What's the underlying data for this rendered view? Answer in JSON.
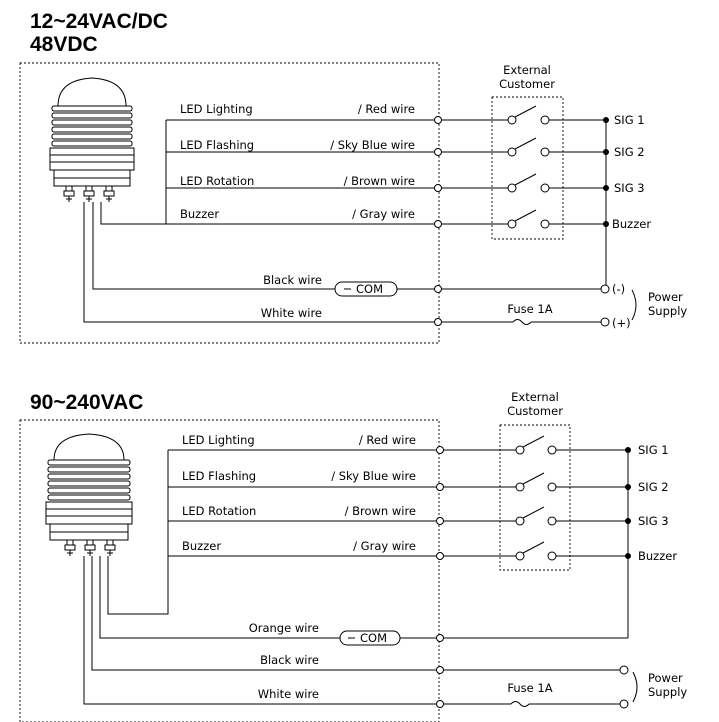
{
  "sections": [
    {
      "heading_line1": "12~24VAC/DC",
      "heading_line2": "48VDC",
      "external_label_1": "External",
      "external_label_2": "Customer",
      "wires": [
        {
          "function": "LED Lighting",
          "color": "/ Red wire",
          "signal": "SIG 1"
        },
        {
          "function": "LED Flashing",
          "color": "/ Sky Blue wire",
          "signal": "SIG 2"
        },
        {
          "function": "LED Rotation",
          "color": "/ Brown wire",
          "signal": "SIG 3"
        },
        {
          "function": "Buzzer",
          "color": "/ Gray wire",
          "signal": "Buzzer"
        }
      ],
      "com_wire_label": "Black wire",
      "com_label": "COM",
      "white_wire_label": "White wire",
      "fuse_label": "Fuse 1A",
      "minus_label": "(-)",
      "plus_label": "(+)",
      "power_label_1": "Power",
      "power_label_2": "Supply"
    },
    {
      "heading_line1": "90~240VAC",
      "external_label_1": "External",
      "external_label_2": "Customer",
      "wires": [
        {
          "function": "LED Lighting",
          "color": "/ Red wire",
          "signal": "SIG 1"
        },
        {
          "function": "LED Flashing",
          "color": "/ Sky Blue wire",
          "signal": "SIG 2"
        },
        {
          "function": "LED Rotation",
          "color": "/ Brown wire",
          "signal": "SIG 3"
        },
        {
          "function": "Buzzer",
          "color": "/ Gray wire",
          "signal": "Buzzer"
        }
      ],
      "com_wire_label": "Orange wire",
      "com_label": "COM",
      "black_wire_label": "Black wire",
      "white_wire_label": "White wire",
      "fuse_label": "Fuse 1A",
      "power_label_1": "Power",
      "power_label_2": "Supply"
    }
  ]
}
